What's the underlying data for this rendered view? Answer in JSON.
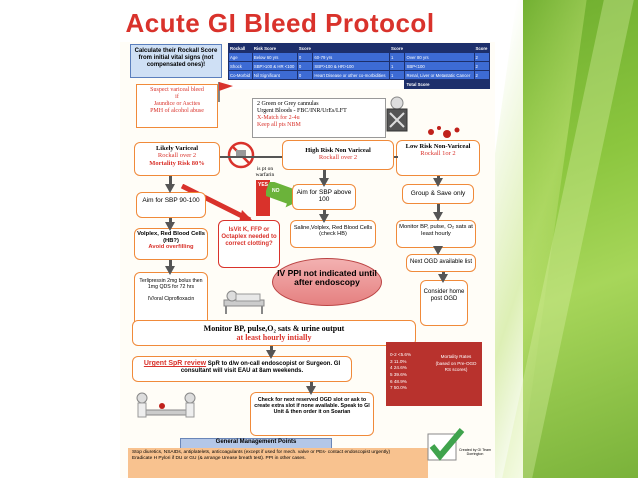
{
  "title": "Acute GI Bleed Protocol",
  "calc_box": "Calculate their Rockall Score from initial vital signs (not compensated ones)!",
  "rockall": {
    "headers": [
      "Rockall",
      "Risk Score",
      "Score",
      "",
      "Score",
      "",
      "Score"
    ],
    "rows": [
      [
        "Age",
        "Below 60 yrs",
        "0",
        "60-79 yrs",
        "1",
        "Over 80 yrs",
        "2"
      ],
      [
        "Shock",
        "SBP>100 & HR <100",
        "0",
        "SBP>100 & HR>100",
        "1",
        "SBP<100",
        "2"
      ],
      [
        "Co-Morbid",
        "Nil Significant",
        "0",
        "Heart Disease or other co-morbidities",
        "1",
        "Renal, Liver or Metastatic Cancer",
        "2"
      ]
    ],
    "total": "Total Score"
  },
  "suspect": {
    "title": "Suspect variceal bleed",
    "lines": [
      "if",
      "Jaundice or Ascites",
      "PMH of alcohol abuse"
    ]
  },
  "cannulas": {
    "l1": "2 Green or Grey cannulas",
    "l2": "Urgent Bloods - FBC/INR/UrEs/LFT",
    "l3": "X-Match for 2-4u",
    "l4": "Keep all pts NBM"
  },
  "likely": {
    "title": "Likely Variceal",
    "l2": "Rockall over 2",
    "l3": "Mortality Risk 80%"
  },
  "warfarin": "is pt on warfarin",
  "high_risk": {
    "title": "High Risk Non Variceal",
    "l2": "Rockall over 2"
  },
  "low_risk": {
    "title": "Low Risk Non-Variceal",
    "l2": "Rockall 1or 2"
  },
  "yes": "YES",
  "no": "NO",
  "sbp_left": "Aim for SBP 90-100",
  "sbp_mid": "Aim for SBP above 100",
  "group_save": "Group & Save only",
  "volplex": {
    "l1": "Volplex, Red Blood Cells (HB?)",
    "l2": "Avoid overfilling"
  },
  "vitk": "IsVit K, FFP or Octaplex needed to correct clotting?",
  "saline": "Saline,Volplex, Red Blood Cells (check HB)",
  "monitor_right": "Monitor BP, pulse, O₂ sats at least hourly",
  "terli": "Terlipressin 2mg bolus then 1mg QDS for 72 hrs",
  "cipro": "IV/oral Ciprofloxacin",
  "ppi": "IV PPI not indicated until after endoscopy",
  "next_ogd": "Next OGD available list",
  "consider": "Consider home post OGD",
  "monitor_main": {
    "l1": "Monitor BP, pulse,O₂ sats & urine output",
    "l2": "at least hourly intially"
  },
  "spr": {
    "lead": "Urgent SpR review",
    "text": "SpR to d/w on-call endoscopist or Surgeon. GI consultant will visit EAU at 8am weekends."
  },
  "mortality": {
    "scores": [
      "0-2 <5.6%",
      "3   11.0%",
      "4   24.6%",
      "5   39.6%",
      "6   48.9%",
      "7   50.0%"
    ],
    "label": "Mortality Rates (based on Pre-OGD RS scores)"
  },
  "check_ogd": "Check for next reserved OGD slot or ask to create extra slot if none available. Speak to GI Unit & then order it on Soarian",
  "gm_head": "General Management Points",
  "gm_lines": [
    "Stop diuretics, NSAIDs, antiplatelets, anticoagulants (except if used for mech. valve or PEs- contact endoscopist urgently)",
    "Eradicate H Pylori if DU or GU (& arrange Urease breath test). PPI in other cases."
  ],
  "credit": "Created by GI Team Dorrington",
  "colors": {
    "title": "#d9322b",
    "accent_orange": "#f08a3a",
    "table_blue": "#3d6bd4",
    "green": "#8cc63f"
  }
}
